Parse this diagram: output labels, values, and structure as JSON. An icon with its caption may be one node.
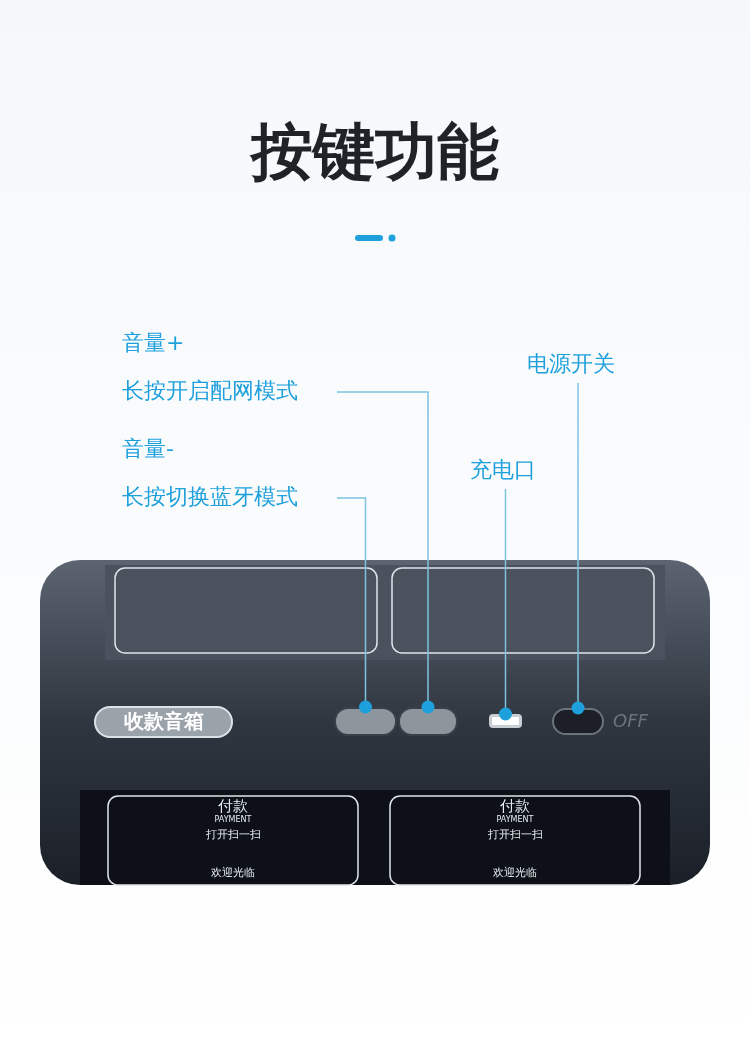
{
  "diagram": {
    "title": "按键功能",
    "nodes": [
      {
        "text": [
          "音量+",
          "长按开启配网模式"
        ]
      },
      {
        "text": [
          "音量-",
          "长按切换蓝牙模式"
        ]
      },
      {
        "text": [
          "充电口"
        ]
      },
      {
        "text": [
          "电源开关"
        ]
      },
      {
        "text": [],
        "shape": "button"
      },
      {
        "text": [],
        "shape": "button"
      },
      {
        "text": [],
        "shape": "port"
      },
      {
        "text": [],
        "shape": "switch"
      }
    ],
    "edges": [
      {
        "from": 0,
        "to": 5,
        "arrow": "other"
      },
      {
        "from": 1,
        "to": 4,
        "arrow": "other"
      },
      {
        "from": 2,
        "to": 6,
        "arrow": "other"
      },
      {
        "from": 3,
        "to": 7,
        "arrow": "other"
      }
    ],
    "labels": [
      "收款音箱",
      "OFF",
      "付款",
      "PAYMENT",
      "打开扫一扫",
      "欢迎光临",
      "付款",
      "PAYMENT",
      "打开扫一扫",
      "欢迎光临"
    ]
  }
}
